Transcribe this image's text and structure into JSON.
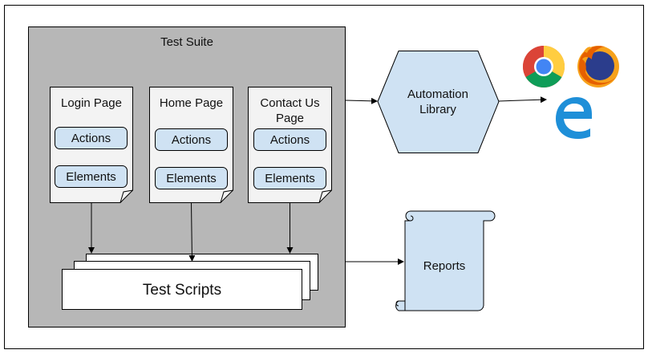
{
  "suite": {
    "title": "Test Suite"
  },
  "pages": [
    {
      "title_lines": [
        "Login Page"
      ],
      "actions_label": "Actions",
      "elements_label": "Elements"
    },
    {
      "title_lines": [
        "Home Page"
      ],
      "actions_label": "Actions",
      "elements_label": "Elements"
    },
    {
      "title_lines": [
        "Contact Us",
        "Page"
      ],
      "actions_label": "Actions",
      "elements_label": "Elements"
    }
  ],
  "scripts": {
    "label": "Test Scripts"
  },
  "library": {
    "label_lines": [
      "Automation",
      "Library"
    ]
  },
  "reports": {
    "label": "Reports"
  },
  "browsers": [
    {
      "name": "Chrome",
      "icon": "chrome-icon"
    },
    {
      "name": "Firefox",
      "icon": "firefox-icon"
    },
    {
      "name": "Edge",
      "icon": "edge-icon"
    }
  ],
  "colors": {
    "suite_fill": "#b7b7b7",
    "page_fill": "#f3f3f3",
    "pill_fill": "#cfe2f3",
    "library_fill": "#cfe2f3",
    "reports_fill": "#cfe2f3",
    "stroke": "#000000"
  }
}
